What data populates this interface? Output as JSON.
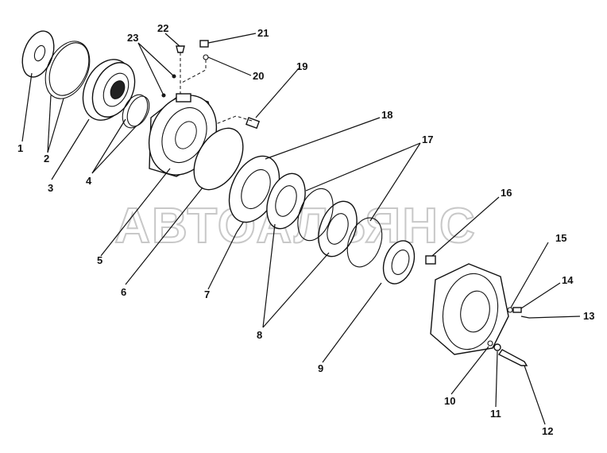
{
  "watermark": "АВТОАЛЬЯНС",
  "labels": [
    "1",
    "2",
    "3",
    "4",
    "5",
    "6",
    "7",
    "8",
    "9",
    "10",
    "11",
    "12",
    "13",
    "14",
    "15",
    "16",
    "17",
    "18",
    "19",
    "20",
    "21",
    "22",
    "23"
  ]
}
